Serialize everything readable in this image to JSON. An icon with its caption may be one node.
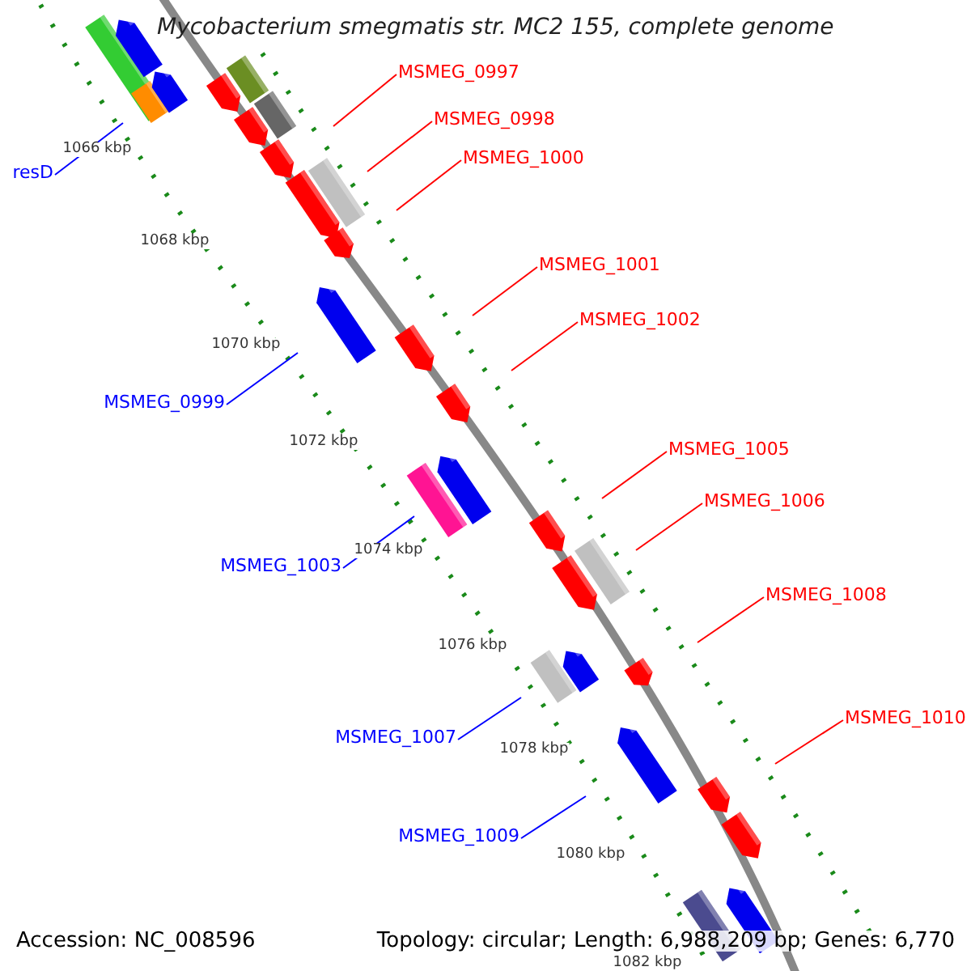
{
  "diagram": {
    "title": "Mycobacterium smegmatis str. MC2 155, complete genome",
    "nodes": [
      {
        "text": [
          "MSMEG_0997"
        ]
      },
      {
        "text": [
          "MSMEG_0998"
        ]
      },
      {
        "text": [
          "MSMEG_1000"
        ]
      },
      {
        "text": [
          "resD"
        ]
      },
      {
        "text": [
          "MSMEG_1001"
        ]
      },
      {
        "text": [
          "MSMEG_1002"
        ]
      },
      {
        "text": [
          "MSMEG_0999"
        ]
      },
      {
        "text": [
          "MSMEG_1005"
        ]
      },
      {
        "text": [
          "MSMEG_1006"
        ]
      },
      {
        "text": [
          "MSMEG_1003"
        ]
      },
      {
        "text": [
          "MSMEG_1008"
        ]
      },
      {
        "text": [
          "MSMEG_1010"
        ]
      },
      {
        "text": [
          "MSMEG_1007"
        ]
      },
      {
        "text": [
          "MSMEG_1009"
        ]
      }
    ],
    "edges": [
      {
        "from": 0,
        "to": null,
        "arrow": "none"
      },
      {
        "from": 1,
        "to": null,
        "arrow": "none"
      },
      {
        "from": 2,
        "to": null,
        "arrow": "none"
      },
      {
        "from": 3,
        "to": null,
        "arrow": "none",
        "color": "#0000ff"
      },
      {
        "from": 4,
        "to": null,
        "arrow": "none"
      },
      {
        "from": 5,
        "to": null,
        "arrow": "none"
      },
      {
        "from": 6,
        "to": null,
        "arrow": "none",
        "color": "#0000ff"
      },
      {
        "from": 7,
        "to": null,
        "arrow": "none"
      },
      {
        "from": 8,
        "to": null,
        "arrow": "none"
      },
      {
        "from": 9,
        "to": null,
        "arrow": "none",
        "color": "#0000ff"
      },
      {
        "from": 10,
        "to": null,
        "arrow": "none"
      },
      {
        "from": 11,
        "to": null,
        "arrow": "none"
      },
      {
        "from": 12,
        "to": null,
        "arrow": "none",
        "color": "#0000ff"
      },
      {
        "from": 13,
        "to": null,
        "arrow": "none",
        "color": "#0000ff"
      }
    ],
    "labels": [
      "1066 kbp",
      "1068 kbp",
      "1070 kbp",
      "1072 kbp",
      "1074 kbp",
      "1076 kbp",
      "1078 kbp",
      "1080 kbp",
      "1082 kbp",
      "Accession: NC_008596",
      "Topology: circular; Length: 6,988,209 bp; Genes: 6,770"
    ]
  }
}
